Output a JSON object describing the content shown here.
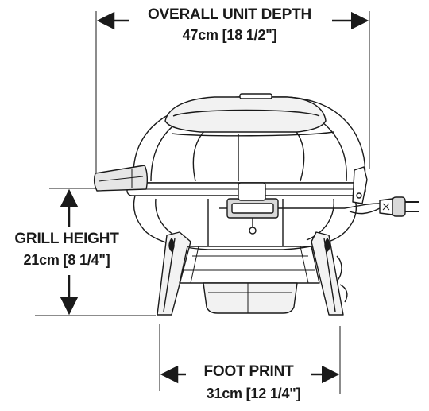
{
  "dimensions": {
    "depth": {
      "title": "OVERALL UNIT DEPTH",
      "value": "47cm [18 1/2\"]"
    },
    "height": {
      "title": "GRILL HEIGHT",
      "value": "21cm [8 1/4\"]"
    },
    "footprint": {
      "title": "FOOT PRINT",
      "value": "31cm [12 1/4\"]"
    }
  },
  "colors": {
    "line": "#1a1a1a",
    "fill_light": "#f2f2f2",
    "fill_mid": "#d9d9d9"
  }
}
